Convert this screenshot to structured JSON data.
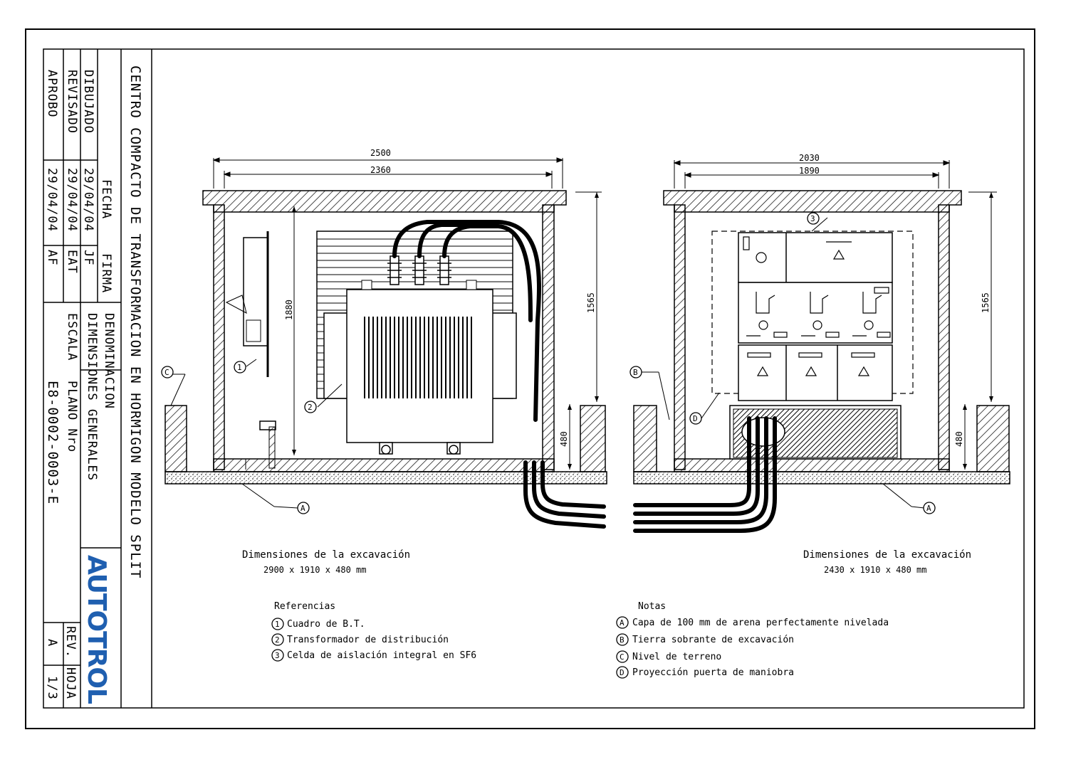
{
  "title_block": {
    "title": "CENTRO COMPACTO DE TRANSFORMACION EN HORMIGON MODELO SPLIT",
    "rows": [
      {
        "role": "DIBUJADO",
        "date": "29/04/04",
        "sign": "JF"
      },
      {
        "role": "REVISADO",
        "date": "29/04/04",
        "sign": "EAT"
      },
      {
        "role": "APROBO",
        "date": "29/04/04",
        "sign": "AF"
      }
    ],
    "fecha_label": "FECHA",
    "firma_label": "FIRMA",
    "denominacion_label": "DENOMINACION",
    "denominacion_value": "DIMENSIONES GENERALES",
    "escala_label": "ESCALA",
    "plano_label": "PLANO Nro",
    "plano_value": "E8-0002-0003-E",
    "rev_label": "REV.",
    "hoja_label": "HOJA",
    "rev_value": "A",
    "hoja_value": "1/3",
    "logo_text": "AUTOTROL"
  },
  "left_view": {
    "dim_outer": "2500",
    "dim_inner": "2360",
    "dim_height": "1880",
    "dim_total_height": "1565",
    "dim_depth": "480",
    "caption": "Dimensiones de la excavación",
    "caption_size": "2900 x 1910 x 480 mm",
    "markers": [
      "1",
      "2",
      "A",
      "C"
    ]
  },
  "right_view": {
    "dim_outer": "2030",
    "dim_inner": "1890",
    "dim_total_height": "1565",
    "dim_depth": "480",
    "caption": "Dimensiones de la excavación",
    "caption_size": "2430 x 1910 x 480 mm",
    "markers": [
      "3",
      "B",
      "D",
      "A"
    ]
  },
  "referencias": {
    "heading": "Referencias",
    "items": [
      {
        "key": "1",
        "text": "Cuadro de B.T."
      },
      {
        "key": "2",
        "text": "Transformador de distribución"
      },
      {
        "key": "3",
        "text": "Celda de aislación integral en SF6"
      }
    ]
  },
  "notas": {
    "heading": "Notas",
    "items": [
      {
        "key": "A",
        "text": "Capa de 100 mm de arena perfectamente nivelada"
      },
      {
        "key": "B",
        "text": "Tierra sobrante de excavación"
      },
      {
        "key": "C",
        "text": "Nivel de terreno"
      },
      {
        "key": "D",
        "text": "Proyección puerta de maniobra"
      }
    ]
  }
}
